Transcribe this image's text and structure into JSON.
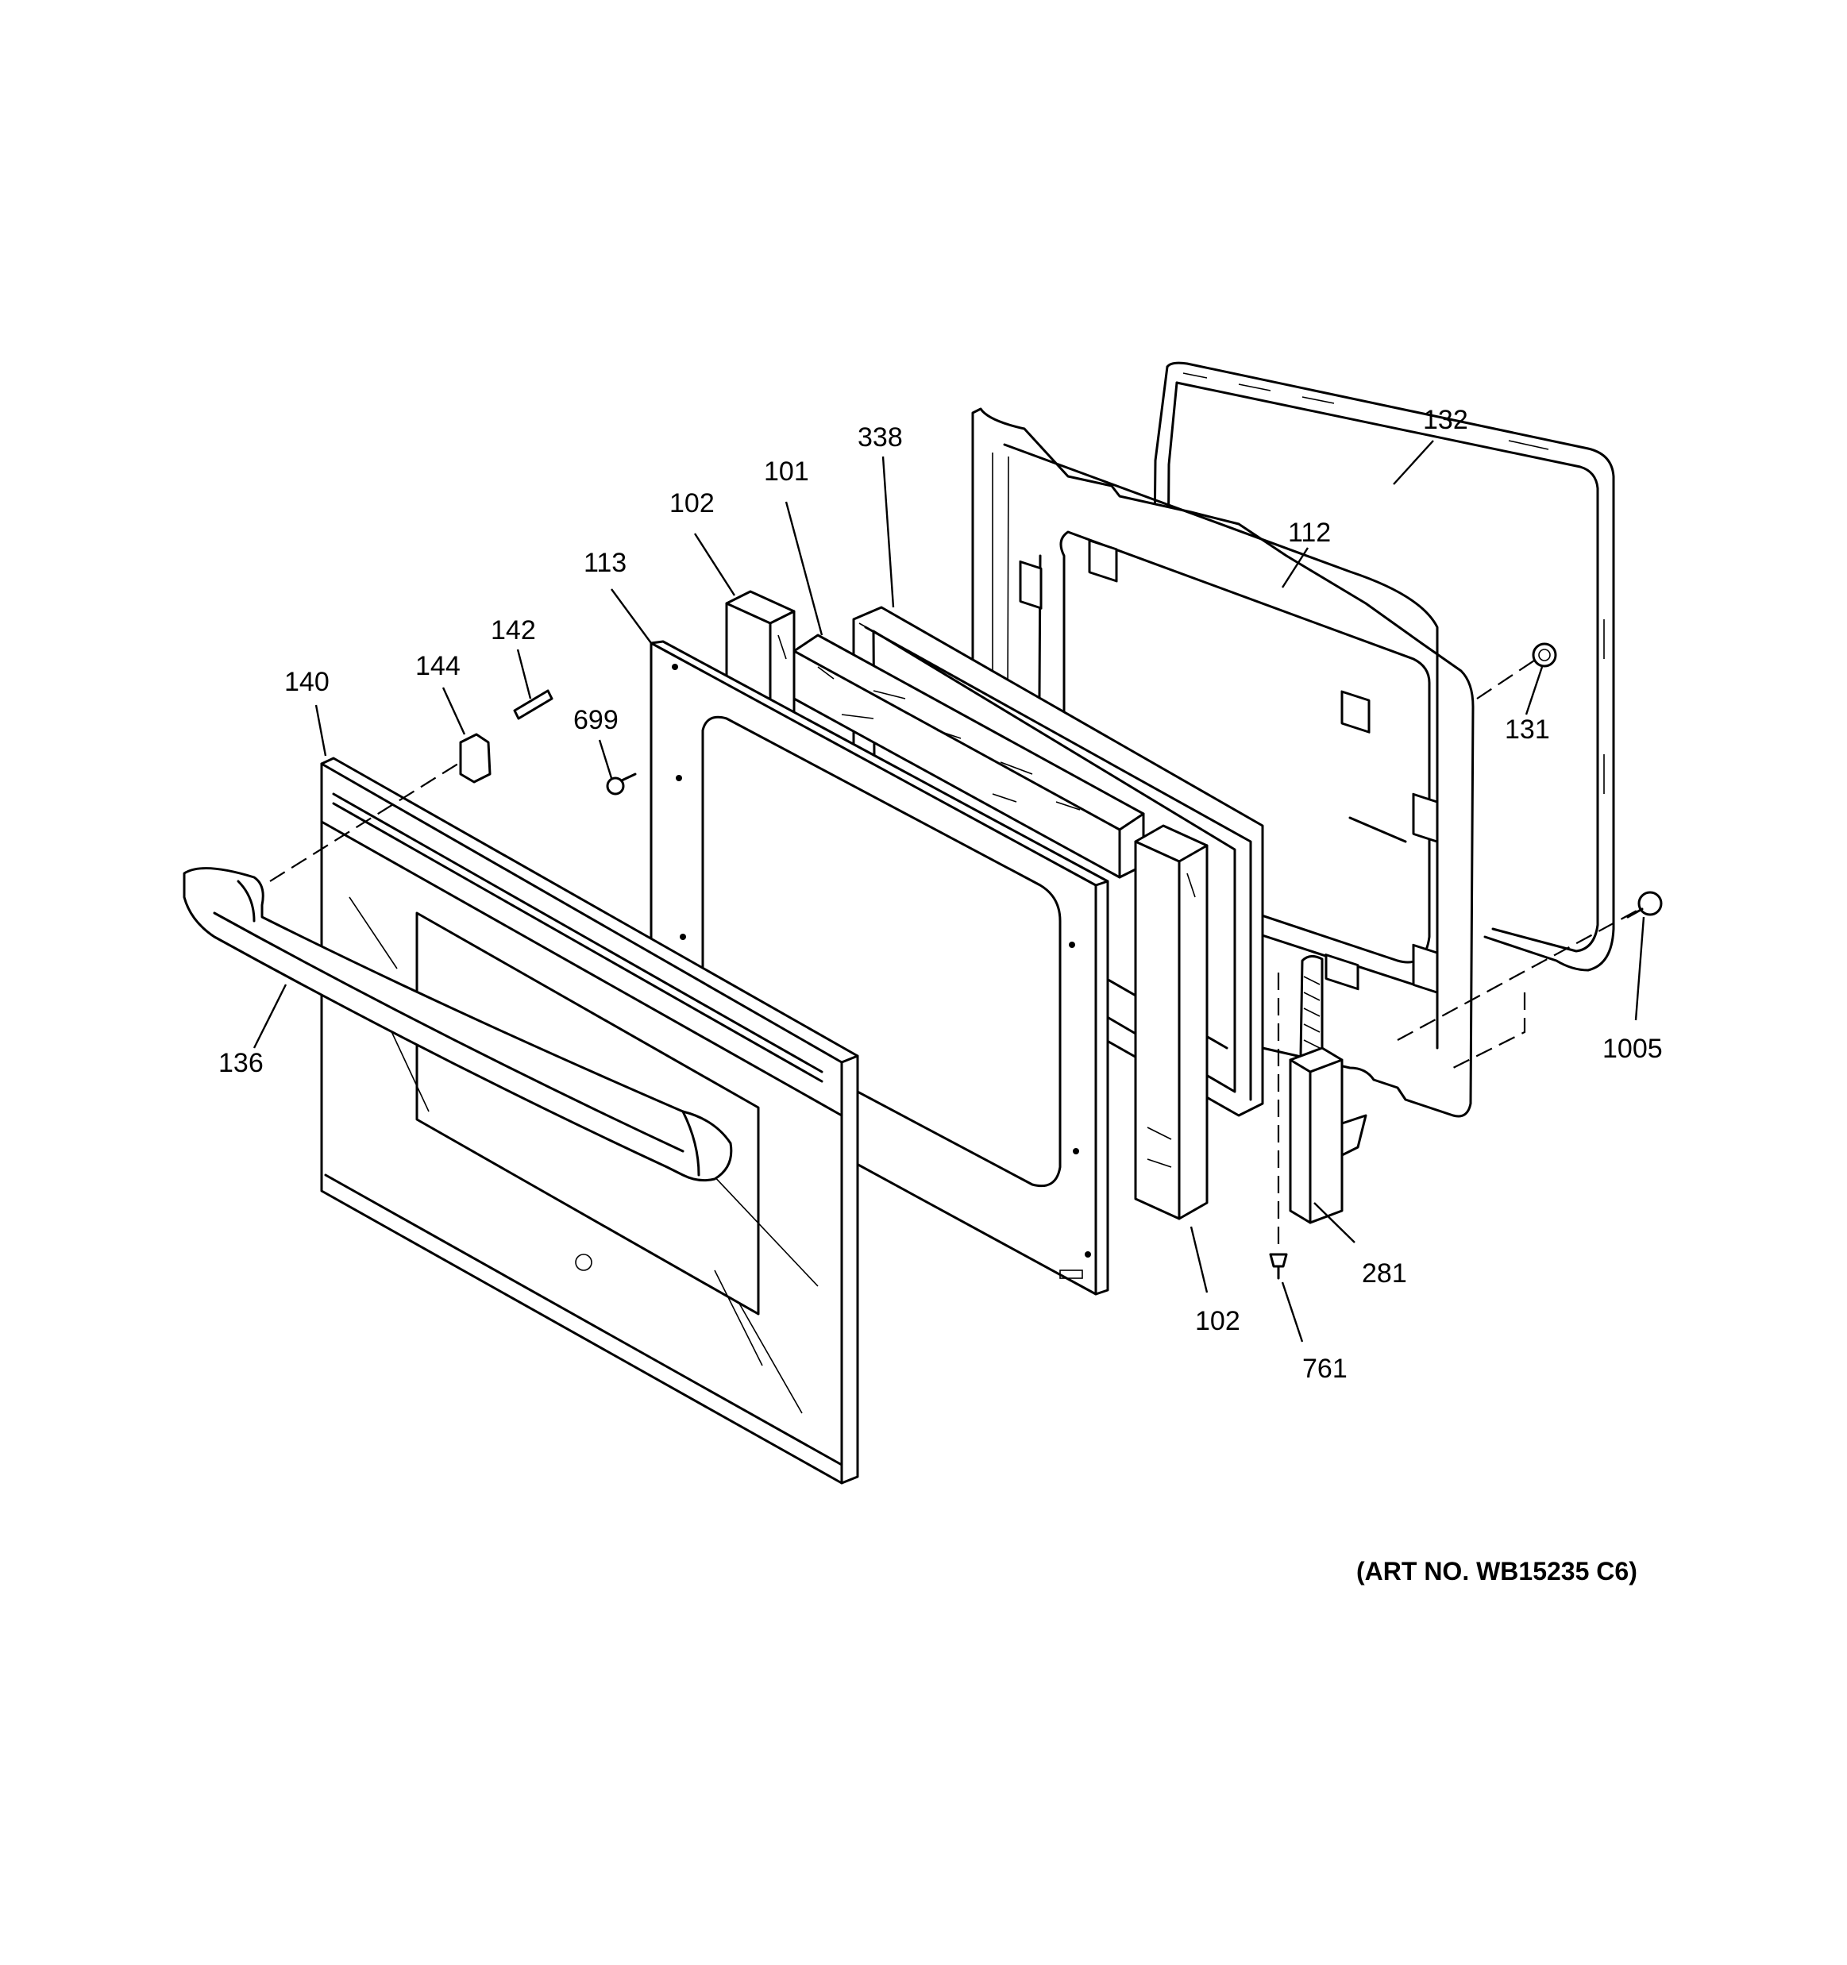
{
  "diagram": {
    "part_labels": [
      "132",
      "338",
      "101",
      "102",
      "113",
      "112",
      "142",
      "144",
      "140",
      "699",
      "131",
      "136",
      "1005",
      "281",
      "102",
      "761"
    ],
    "art_number": "(ART NO. WB15235 C6)"
  }
}
